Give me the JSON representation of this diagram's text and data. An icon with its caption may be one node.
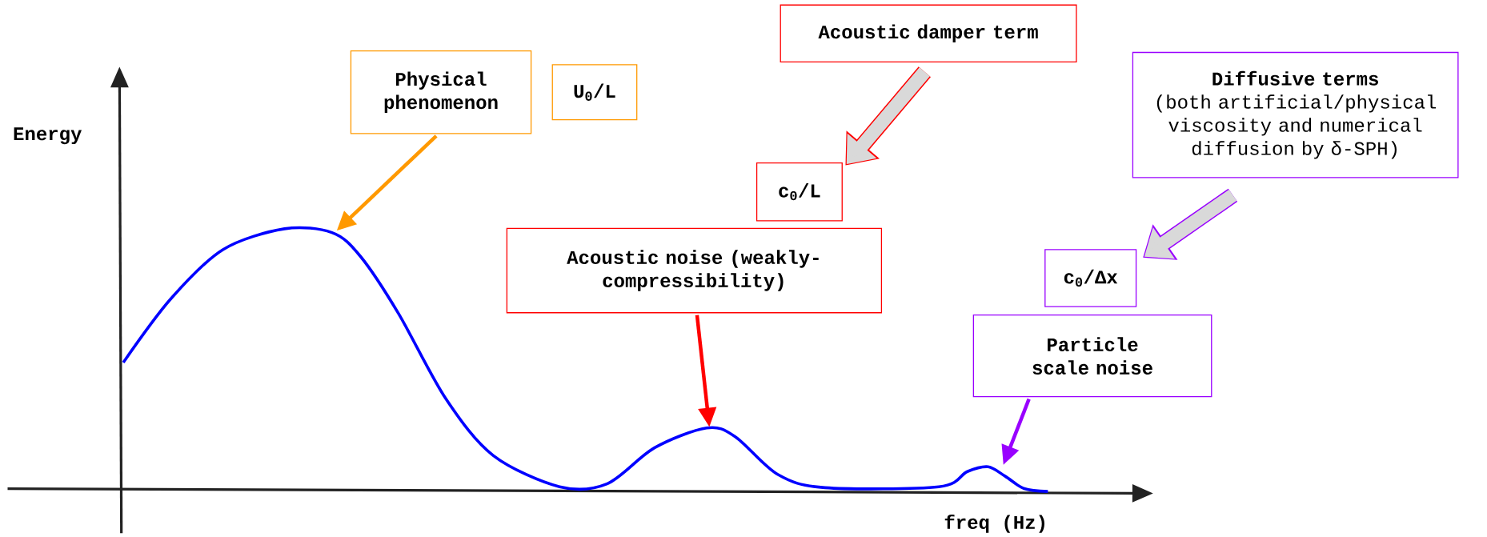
{
  "diagram": {
    "nodes": [
      {
        "text": [
          "Physical phenomenon"
        ]
      },
      {
        "text": [
          "U$_{0}$/L"
        ]
      },
      {
        "text": [
          "Acoustic damper term"
        ]
      },
      {
        "text": [
          "c$_{0}$/L"
        ]
      },
      {
        "text": [
          "Acoustic noise (weakly-compressibility)"
        ]
      },
      {
        "text": [
          "Diffusive terms",
          "(both artificial/physical viscosity and numerical diffusion by δ-SPH)"
        ]
      },
      {
        "text": [
          "c$_{0}$/Δx"
        ]
      },
      {
        "text": [
          "Particle scale noise"
        ]
      }
    ],
    "edges": [
      {
        "from": 0,
        "to": null,
        "arrow": "to",
        "color": "#ff9900"
      },
      {
        "from": 2,
        "to": 3,
        "arrow": "to",
        "style": "thick",
        "color": "#d9d9d9"
      },
      {
        "from": 4,
        "to": null,
        "arrow": "to",
        "color": "#ff0000"
      },
      {
        "from": 5,
        "to": 6,
        "arrow": "to",
        "style": "thick",
        "color": "#d9d9d9"
      },
      {
        "from": 7,
        "to": null,
        "arrow": "to",
        "color": "#9900ff"
      }
    ],
    "labels": [
      "Energy",
      "freq (Hz)"
    ]
  }
}
